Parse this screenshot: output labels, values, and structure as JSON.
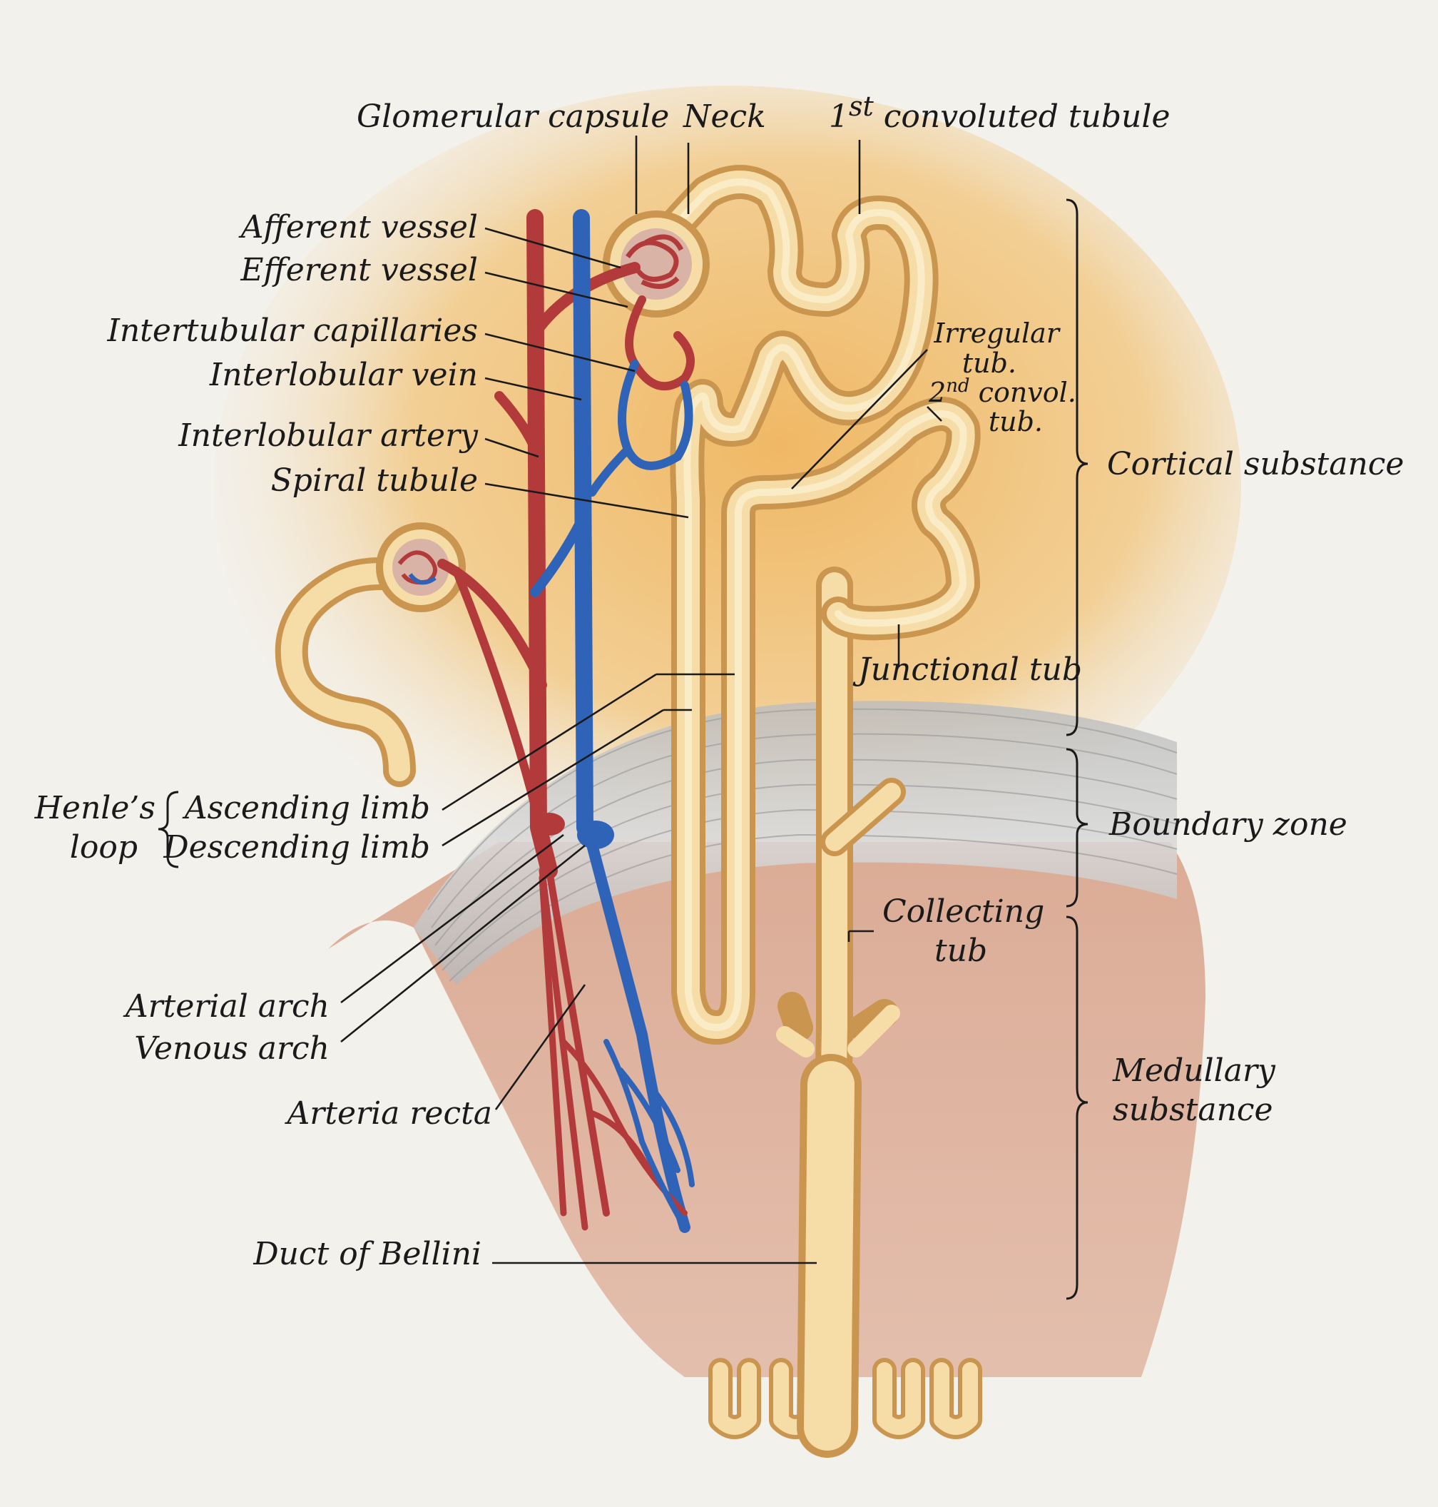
{
  "labels": {
    "glomerular_capsule": "Glomerular capsule",
    "neck": "Neck",
    "first_convoluted_num": "1",
    "first_convoluted_sup": "st",
    "first_convoluted_rest": " convoluted tubule",
    "afferent_vessel": "Afferent vessel",
    "efferent_vessel": "Efferent vessel",
    "intertubular_capillaries": "Intertubular capillaries",
    "interlobular_vein": "Interlobular vein",
    "interlobular_artery": "Interlobular artery",
    "spiral_tubule": "Spiral tubule",
    "irregular_line1": "Irregular",
    "irregular_line2": "tub.",
    "second_convol_num": "2",
    "second_convol_sup": "nd",
    "second_convol_rest": " convol.",
    "second_convol_line2": "tub.",
    "junctional_tub": "Junctional tub",
    "henles_line1": "Henle’s",
    "henles_line2": "loop",
    "ascending_limb": "Ascending limb",
    "descending_limb": "Descending limb",
    "collecting_line1": "Collecting",
    "collecting_line2": "tub",
    "arterial_arch": "Arterial arch",
    "venous_arch": "Venous arch",
    "arteria_recta": "Arteria recta",
    "duct_of_bellini": "Duct of Bellini",
    "cortical_substance": "Cortical substance",
    "boundary_zone": "Boundary zone",
    "medullary_line1": "Medullary",
    "medullary_line2": "substance"
  },
  "colors": {
    "background": "#f3f1ec",
    "cortex": "#f0c27e",
    "boundary": "#c9c9c9",
    "medulla": "#d9a993",
    "tubule_fill": "#f6dca6",
    "tubule_wall": "#c9954f",
    "artery": "#b23a3a",
    "vein": "#2f63b8"
  }
}
